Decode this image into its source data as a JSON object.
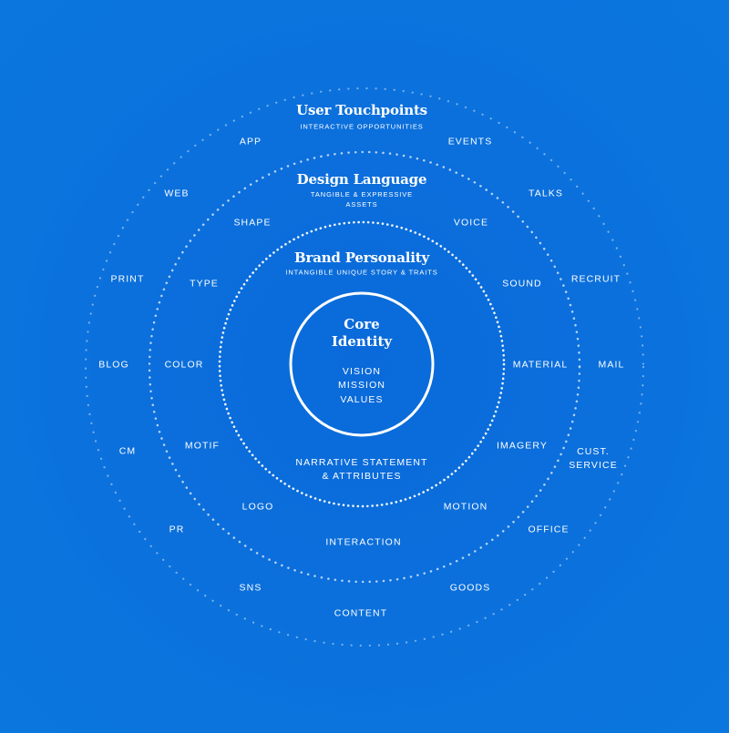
{
  "rings": {
    "user_touchpoints": {
      "title": "User Touchpoints",
      "subtitle": "INTERACTIVE OPPORTUNITIES",
      "items": [
        "APP",
        "EVENTS",
        "WEB",
        "TALKS",
        "PRINT",
        "RECRUIT",
        "BLOG",
        "MAIL",
        "CM",
        "CUST.\nSERVICE",
        "PR",
        "OFFICE",
        "SNS",
        "GOODS",
        "CONTENT"
      ]
    },
    "design_language": {
      "title": "Design Language",
      "subtitle": "TANGIBLE & EXPRESSIVE\nASSETS",
      "items": [
        "SHAPE",
        "VOICE",
        "TYPE",
        "SOUND",
        "COLOR",
        "MATERIAL",
        "MOTIF",
        "IMAGERY",
        "LOGO",
        "MOTION",
        "INTERACTION"
      ]
    },
    "brand_personality": {
      "title": "Brand Personality",
      "subtitle": "INTANGIBLE UNIQUE STORY & TRAITS",
      "statement": "NARRATIVE STATEMENT\n& ATTRIBUTES"
    },
    "core_identity": {
      "title": "Core\nIdentity",
      "items": [
        "VISION",
        "MISSION",
        "VALUES"
      ]
    }
  },
  "colors": {
    "background": "#0b74dd",
    "foreground": "#ffffff"
  }
}
